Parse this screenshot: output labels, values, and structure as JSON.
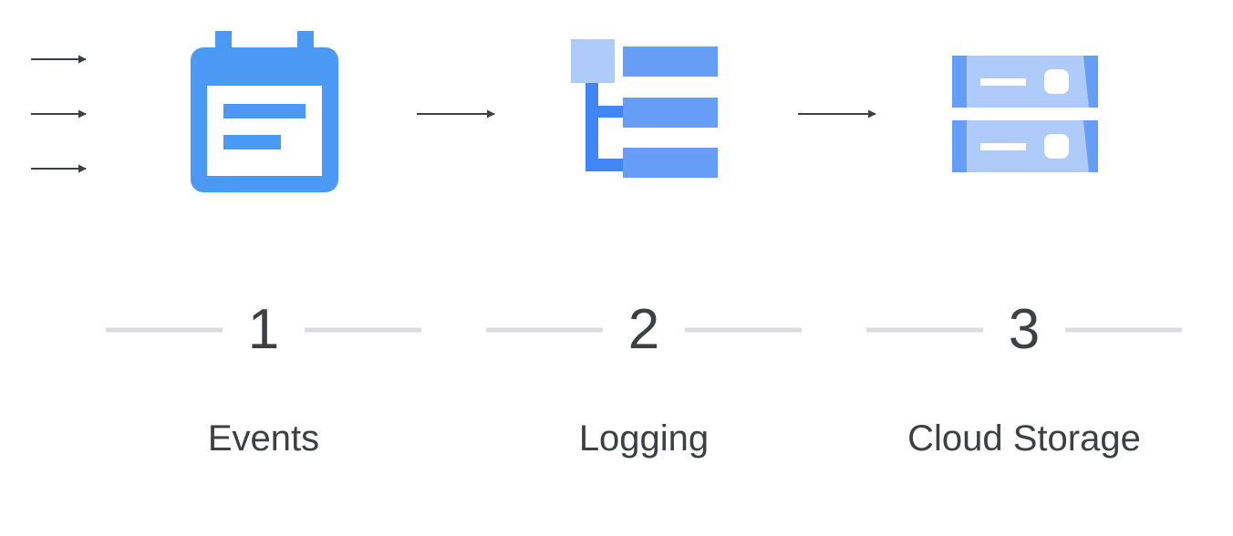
{
  "colors": {
    "arrow": "#3c4043",
    "divider": "#dadce0",
    "text": "#3c4043",
    "calendar": "#4a9af5",
    "bar": "#669df6",
    "bar_dark": "#4285f4",
    "node_light": "#aecbfa",
    "server_light": "#aecbfa",
    "server_edge": "#669df6"
  },
  "steps": [
    {
      "number": "1",
      "label": "Events",
      "icon": "calendar-event-icon"
    },
    {
      "number": "2",
      "label": "Logging",
      "icon": "logging-list-icon"
    },
    {
      "number": "3",
      "label": "Cloud Storage",
      "icon": "storage-server-icon"
    }
  ]
}
